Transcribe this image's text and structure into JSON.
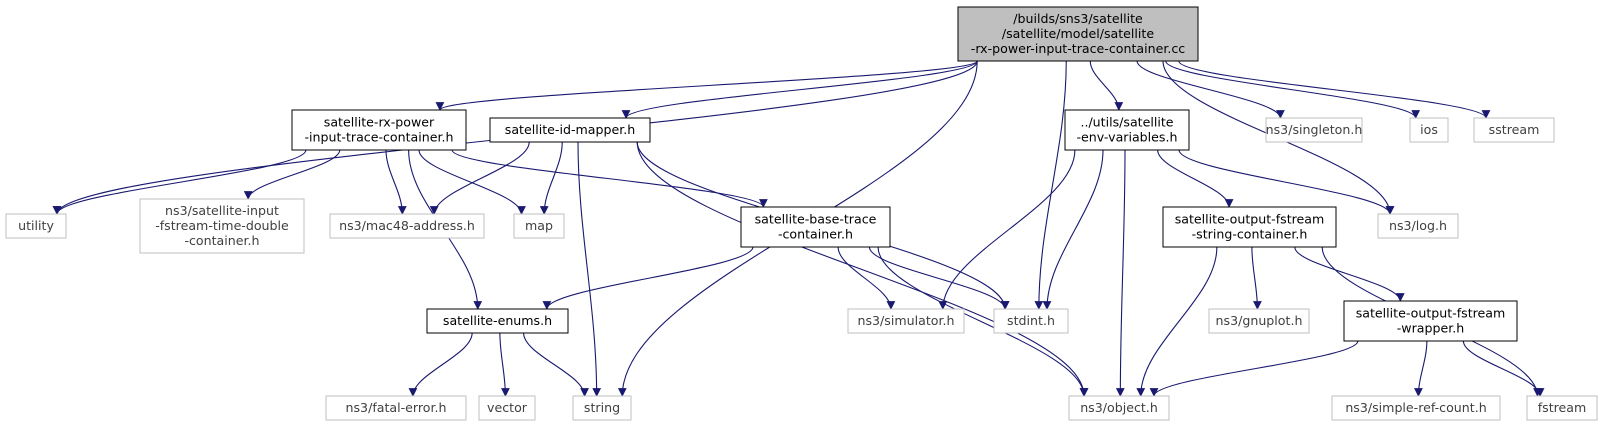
{
  "title": "/builds/sns3/satellite/satellite/model/satellite-rx-power-input-trace-container.cc",
  "colors": {
    "edge": "#191970",
    "root_fill": "#bfbfbf",
    "internal_border": "#000000",
    "external_border": "#bfbfbf",
    "external_text": "#404040"
  },
  "nodes": [
    {
      "id": "root",
      "kind": "root",
      "lines": [
        "/builds/sns3/satellite",
        "/satellite/model/satellite",
        "-rx-power-input-trace-container.cc"
      ]
    },
    {
      "id": "rxpower",
      "kind": "internal",
      "lines": [
        "satellite-rx-power",
        "-input-trace-container.h"
      ]
    },
    {
      "id": "idmapper",
      "kind": "internal",
      "lines": [
        "satellite-id-mapper.h"
      ]
    },
    {
      "id": "envvars",
      "kind": "internal",
      "lines": [
        "../utils/satellite",
        "-env-variables.h"
      ]
    },
    {
      "id": "singleton",
      "kind": "external",
      "lines": [
        "ns3/singleton.h"
      ]
    },
    {
      "id": "ios",
      "kind": "external",
      "lines": [
        "ios"
      ]
    },
    {
      "id": "sstream",
      "kind": "external",
      "lines": [
        "sstream"
      ]
    },
    {
      "id": "utility",
      "kind": "external",
      "lines": [
        "utility"
      ]
    },
    {
      "id": "fstreamtime",
      "kind": "external",
      "lines": [
        "ns3/satellite-input",
        "-fstream-time-double",
        "-container.h"
      ]
    },
    {
      "id": "mac48",
      "kind": "external",
      "lines": [
        "ns3/mac48-address.h"
      ]
    },
    {
      "id": "map",
      "kind": "external",
      "lines": [
        "map"
      ]
    },
    {
      "id": "basetrace",
      "kind": "internal",
      "lines": [
        "satellite-base-trace",
        "-container.h"
      ]
    },
    {
      "id": "outstring",
      "kind": "internal",
      "lines": [
        "satellite-output-fstream",
        "-string-container.h"
      ]
    },
    {
      "id": "log",
      "kind": "external",
      "lines": [
        "ns3/log.h"
      ]
    },
    {
      "id": "enums",
      "kind": "internal",
      "lines": [
        "satellite-enums.h"
      ]
    },
    {
      "id": "simulator",
      "kind": "external",
      "lines": [
        "ns3/simulator.h"
      ]
    },
    {
      "id": "stdint",
      "kind": "external",
      "lines": [
        "stdint.h"
      ]
    },
    {
      "id": "gnuplot",
      "kind": "external",
      "lines": [
        "ns3/gnuplot.h"
      ]
    },
    {
      "id": "wrapper",
      "kind": "internal",
      "lines": [
        "satellite-output-fstream",
        "-wrapper.h"
      ]
    },
    {
      "id": "fatal",
      "kind": "external",
      "lines": [
        "ns3/fatal-error.h"
      ]
    },
    {
      "id": "vector",
      "kind": "external",
      "lines": [
        "vector"
      ]
    },
    {
      "id": "string",
      "kind": "external",
      "lines": [
        "string"
      ]
    },
    {
      "id": "object",
      "kind": "external",
      "lines": [
        "ns3/object.h"
      ]
    },
    {
      "id": "simplerefcount",
      "kind": "external",
      "lines": [
        "ns3/simple-ref-count.h"
      ]
    },
    {
      "id": "fstream",
      "kind": "external",
      "lines": [
        "fstream"
      ]
    }
  ],
  "edges": [
    [
      "root",
      "rxpower"
    ],
    [
      "root",
      "idmapper"
    ],
    [
      "root",
      "envvars"
    ],
    [
      "root",
      "singleton"
    ],
    [
      "root",
      "ios"
    ],
    [
      "root",
      "sstream"
    ],
    [
      "root",
      "utility"
    ],
    [
      "root",
      "string"
    ],
    [
      "root",
      "stdint"
    ],
    [
      "root",
      "log"
    ],
    [
      "rxpower",
      "utility"
    ],
    [
      "rxpower",
      "fstreamtime"
    ],
    [
      "rxpower",
      "mac48"
    ],
    [
      "rxpower",
      "map"
    ],
    [
      "rxpower",
      "basetrace"
    ],
    [
      "rxpower",
      "enums"
    ],
    [
      "idmapper",
      "mac48"
    ],
    [
      "idmapper",
      "map"
    ],
    [
      "idmapper",
      "string"
    ],
    [
      "idmapper",
      "stdint"
    ],
    [
      "idmapper",
      "object"
    ],
    [
      "envvars",
      "log"
    ],
    [
      "envvars",
      "outstring"
    ],
    [
      "envvars",
      "simulator"
    ],
    [
      "envvars",
      "stdint"
    ],
    [
      "envvars",
      "object"
    ],
    [
      "basetrace",
      "enums"
    ],
    [
      "basetrace",
      "simulator"
    ],
    [
      "basetrace",
      "stdint"
    ],
    [
      "basetrace",
      "object"
    ],
    [
      "outstring",
      "gnuplot"
    ],
    [
      "outstring",
      "wrapper"
    ],
    [
      "outstring",
      "fstream"
    ],
    [
      "outstring",
      "object"
    ],
    [
      "enums",
      "fatal"
    ],
    [
      "enums",
      "vector"
    ],
    [
      "enums",
      "string"
    ],
    [
      "wrapper",
      "object"
    ],
    [
      "wrapper",
      "simplerefcount"
    ],
    [
      "wrapper",
      "fstream"
    ]
  ]
}
